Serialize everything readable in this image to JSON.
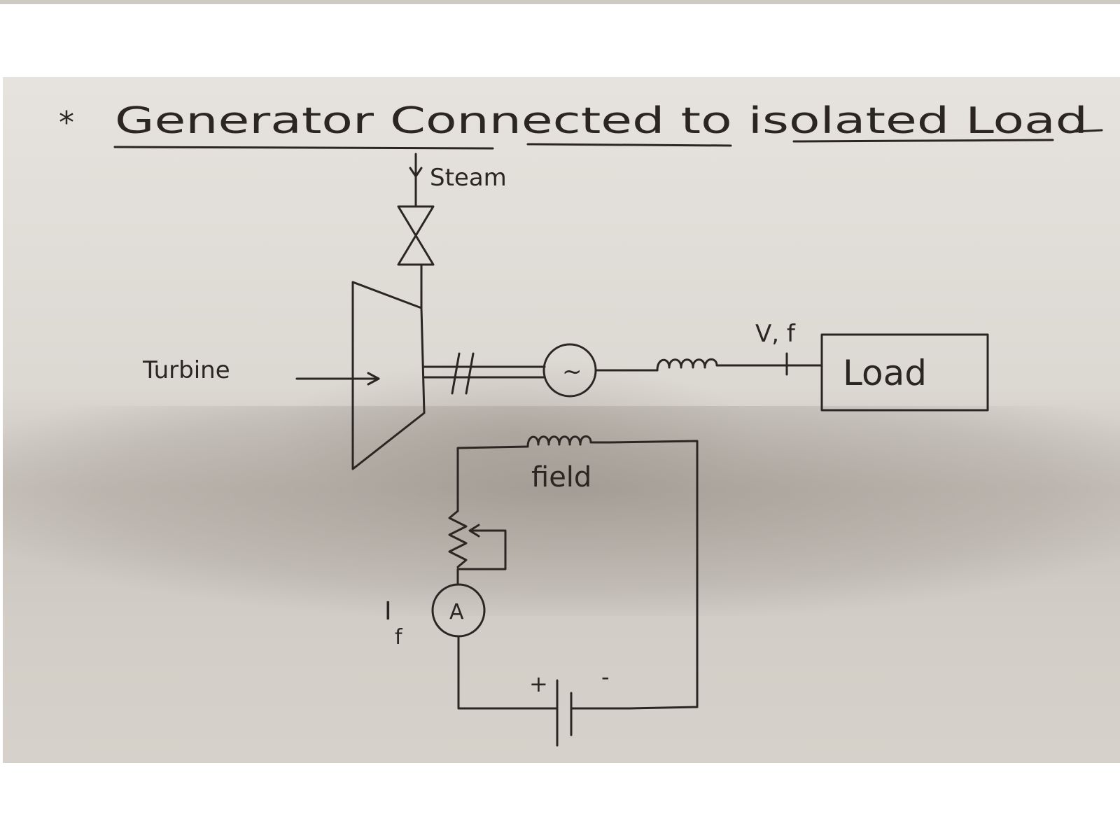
{
  "title": {
    "prefix": "*",
    "text": "Generator Connected to isolated Load"
  },
  "labels": {
    "steam": "Steam",
    "turbine": "Turbine",
    "generator_symbol": "~",
    "terminal": "V, f",
    "load": "Load",
    "field": "field",
    "ammeter": "A",
    "field_current_main": "I",
    "field_current_sub": "f",
    "battery_plus": "+",
    "battery_minus": "-"
  },
  "colors": {
    "ink": "#2b2622",
    "paper": "#dedad4"
  }
}
